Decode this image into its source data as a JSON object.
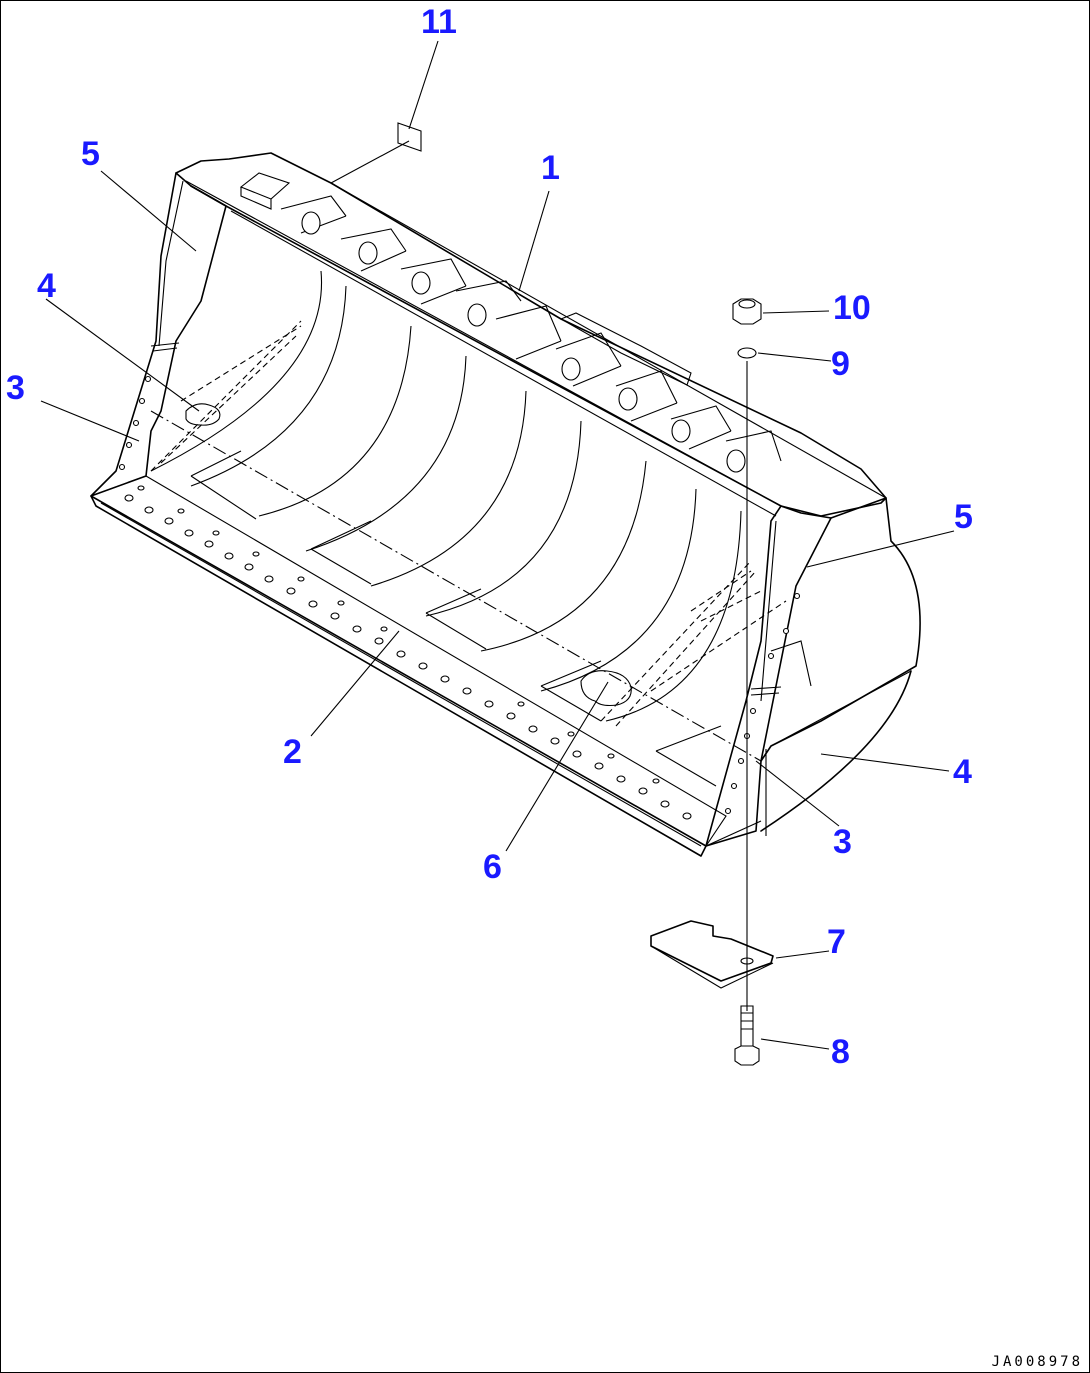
{
  "callout_color": "#1a1aff",
  "callouts": {
    "c1": "1",
    "c2": "2",
    "c3_left": "3",
    "c3_right": "3",
    "c4_left": "4",
    "c4_right": "4",
    "c5_left": "5",
    "c5_right": "5",
    "c6": "6",
    "c7": "7",
    "c8": "8",
    "c9": "9",
    "c10": "10",
    "c11": "11"
  },
  "drawing_number": "JA008978"
}
